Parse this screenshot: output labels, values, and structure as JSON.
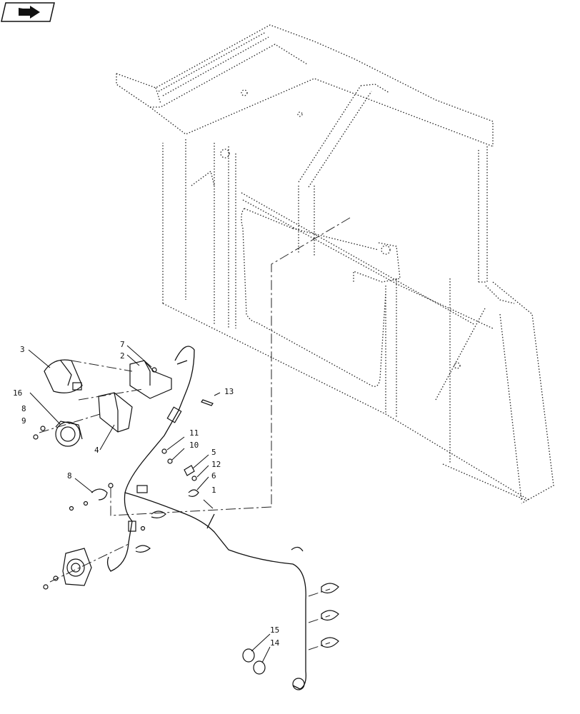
{
  "nav": {
    "icon": "back-arrow-icon"
  },
  "callouts": {
    "c1": "1",
    "c2": "2",
    "c3": "3",
    "c4": "4",
    "c5": "5",
    "c6": "6",
    "c7": "7",
    "c8a": "8",
    "c8b": "8",
    "c9": "9",
    "c10": "10",
    "c11": "11",
    "c12": "12",
    "c13": "13",
    "c14": "14",
    "c15": "15",
    "c16": "16"
  }
}
